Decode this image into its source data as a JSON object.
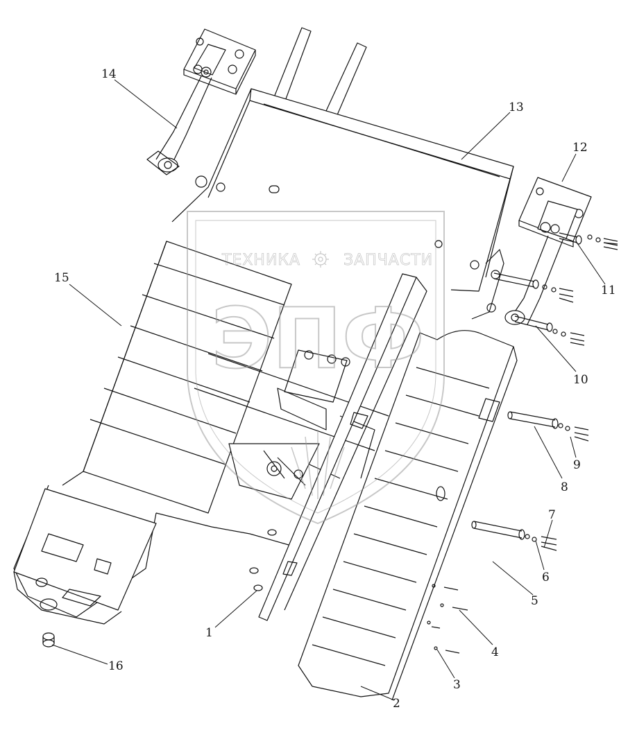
{
  "watermark": {
    "line1_left": "ТЕХНИКА",
    "line1_right": "ЗАПЧАСТИ",
    "line2": "ЭПФ",
    "gear_icon": "gear-icon",
    "shield_icon": "shield-emblem-icon"
  },
  "callouts": [
    "1",
    "2",
    "3",
    "4",
    "5",
    "6",
    "7",
    "8",
    "9",
    "10",
    "11",
    "12",
    "13",
    "14",
    "15",
    "16"
  ],
  "colors": {
    "line": "#111111",
    "watermark": "#9a9a9a",
    "background": "#ffffff"
  }
}
